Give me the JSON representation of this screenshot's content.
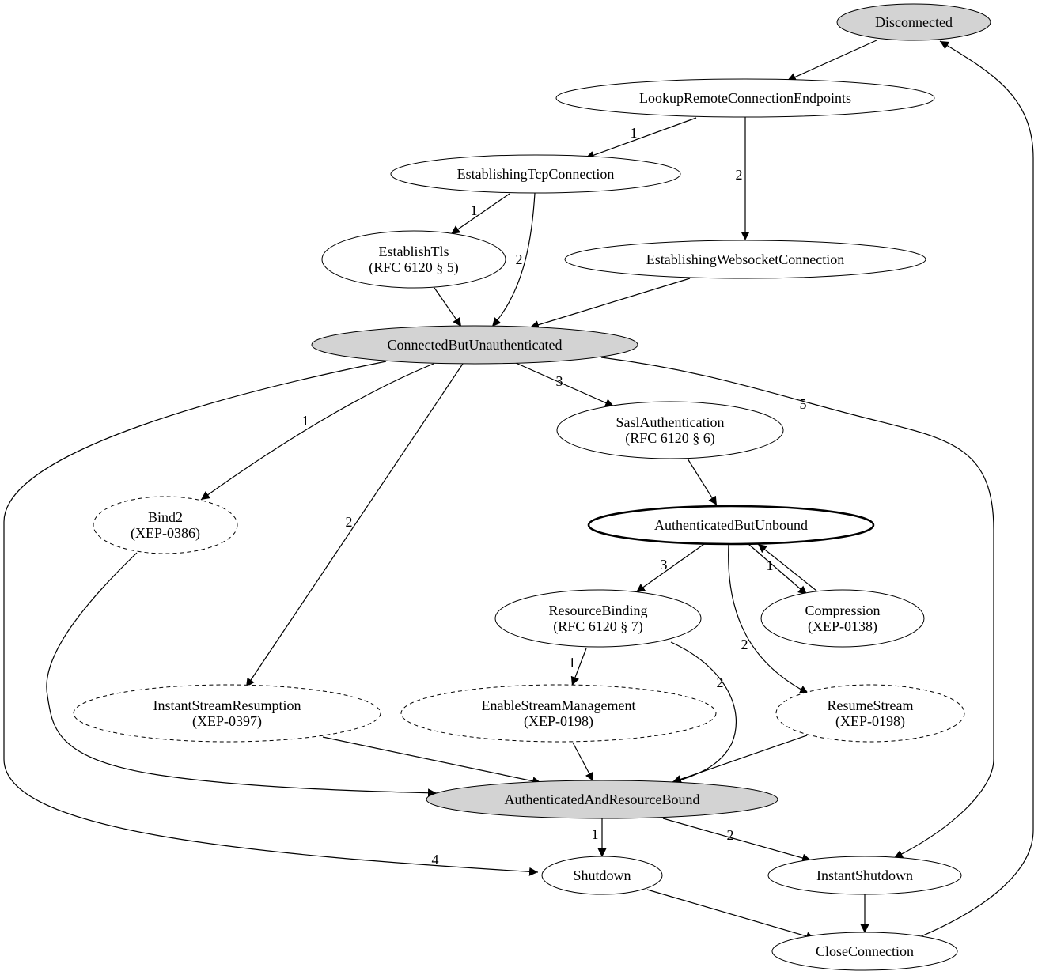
{
  "colors": {
    "shaded": "#d3d3d3",
    "plain": "#ffffff",
    "stroke": "#000000"
  },
  "nodes": [
    {
      "id": "disconnected",
      "lines": [
        "Disconnected"
      ],
      "style": "filled"
    },
    {
      "id": "lookup",
      "lines": [
        "LookupRemoteConnectionEndpoints"
      ],
      "style": "solid"
    },
    {
      "id": "tcp",
      "lines": [
        "EstablishingTcpConnection"
      ],
      "style": "solid"
    },
    {
      "id": "tls",
      "lines": [
        "EstablishTls",
        "(RFC 6120 § 5)"
      ],
      "style": "solid"
    },
    {
      "id": "ws",
      "lines": [
        "EstablishingWebsocketConnection"
      ],
      "style": "solid"
    },
    {
      "id": "cbu",
      "lines": [
        "ConnectedButUnauthenticated"
      ],
      "style": "filled"
    },
    {
      "id": "sasl",
      "lines": [
        "SaslAuthentication",
        "(RFC 6120 § 6)"
      ],
      "style": "solid"
    },
    {
      "id": "bind2",
      "lines": [
        "Bind2",
        "(XEP-0386)"
      ],
      "style": "dashed"
    },
    {
      "id": "abu",
      "lines": [
        "AuthenticatedButUnbound"
      ],
      "style": "bold"
    },
    {
      "id": "rb",
      "lines": [
        "ResourceBinding",
        "(RFC 6120 § 7)"
      ],
      "style": "solid"
    },
    {
      "id": "comp",
      "lines": [
        "Compression",
        "(XEP-0138)"
      ],
      "style": "solid"
    },
    {
      "id": "isr",
      "lines": [
        "InstantStreamResumption",
        "(XEP-0397)"
      ],
      "style": "dashed"
    },
    {
      "id": "esm",
      "lines": [
        "EnableStreamManagement",
        "(XEP-0198)"
      ],
      "style": "dashed"
    },
    {
      "id": "rs",
      "lines": [
        "ResumeStream",
        "(XEP-0198)"
      ],
      "style": "dashed"
    },
    {
      "id": "arb",
      "lines": [
        "AuthenticatedAndResourceBound"
      ],
      "style": "filled"
    },
    {
      "id": "shutdown",
      "lines": [
        "Shutdown"
      ],
      "style": "solid"
    },
    {
      "id": "ishutdown",
      "lines": [
        "InstantShutdown"
      ],
      "style": "solid"
    },
    {
      "id": "close",
      "lines": [
        "CloseConnection"
      ],
      "style": "solid"
    }
  ],
  "edges": [
    {
      "id": "disconnected-lookup",
      "from": "disconnected",
      "to": "lookup",
      "label": ""
    },
    {
      "id": "lookup-tcp",
      "from": "lookup",
      "to": "tcp",
      "label": "1"
    },
    {
      "id": "lookup-ws",
      "from": "lookup",
      "to": "ws",
      "label": "2"
    },
    {
      "id": "tcp-tls",
      "from": "tcp",
      "to": "tls",
      "label": "1"
    },
    {
      "id": "tcp-cbu",
      "from": "tcp",
      "to": "cbu",
      "label": "2"
    },
    {
      "id": "tls-cbu",
      "from": "tls",
      "to": "cbu",
      "label": ""
    },
    {
      "id": "ws-cbu",
      "from": "ws",
      "to": "cbu",
      "label": ""
    },
    {
      "id": "cbu-bind2",
      "from": "cbu",
      "to": "bind2",
      "label": "1"
    },
    {
      "id": "cbu-isr",
      "from": "cbu",
      "to": "isr",
      "label": "2"
    },
    {
      "id": "cbu-sasl",
      "from": "cbu",
      "to": "sasl",
      "label": "3"
    },
    {
      "id": "cbu-shutdown",
      "from": "cbu",
      "to": "shutdown",
      "label": "4"
    },
    {
      "id": "cbu-ishutdown",
      "from": "cbu",
      "to": "ishutdown",
      "label": "5"
    },
    {
      "id": "sasl-abu",
      "from": "sasl",
      "to": "abu",
      "label": ""
    },
    {
      "id": "abu-comp",
      "from": "abu",
      "to": "comp",
      "label": "1"
    },
    {
      "id": "comp-abu",
      "from": "comp",
      "to": "abu",
      "label": ""
    },
    {
      "id": "abu-rs",
      "from": "abu",
      "to": "rs",
      "label": "2"
    },
    {
      "id": "abu-rb",
      "from": "abu",
      "to": "rb",
      "label": "3"
    },
    {
      "id": "rb-esm",
      "from": "rb",
      "to": "esm",
      "label": "1"
    },
    {
      "id": "rb-arb",
      "from": "rb",
      "to": "arb",
      "label": "2"
    },
    {
      "id": "bind2-arb",
      "from": "bind2",
      "to": "arb",
      "label": ""
    },
    {
      "id": "isr-arb",
      "from": "isr",
      "to": "arb",
      "label": ""
    },
    {
      "id": "esm-arb",
      "from": "esm",
      "to": "arb",
      "label": ""
    },
    {
      "id": "rs-arb",
      "from": "rs",
      "to": "arb",
      "label": ""
    },
    {
      "id": "arb-shutdown",
      "from": "arb",
      "to": "shutdown",
      "label": "1"
    },
    {
      "id": "arb-ishutdown",
      "from": "arb",
      "to": "ishutdown",
      "label": "2"
    },
    {
      "id": "shutdown-close",
      "from": "shutdown",
      "to": "close",
      "label": ""
    },
    {
      "id": "ishutdown-close",
      "from": "ishutdown",
      "to": "close",
      "label": ""
    },
    {
      "id": "close-disconnected",
      "from": "close",
      "to": "disconnected",
      "label": ""
    }
  ]
}
